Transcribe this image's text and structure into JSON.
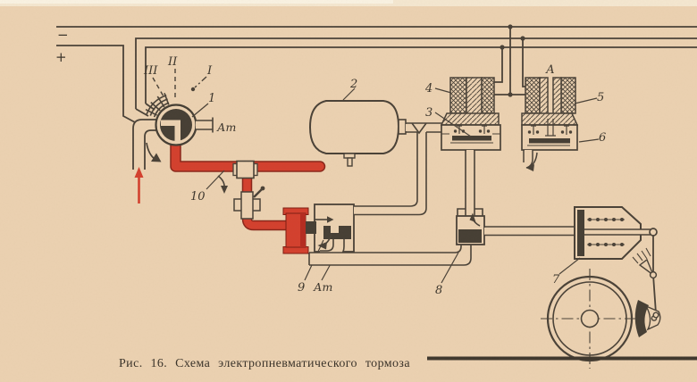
{
  "caption": "Рис. 16. Схема электропневматического тормоза",
  "labels": {
    "wire_minus": "−",
    "wire_plus": "+",
    "position_iii": "III",
    "position_ii": "II",
    "position_i": "I",
    "part_1": "1",
    "atmosphere_top": "Ат",
    "part_2": "2",
    "part_4": "4",
    "part_3": "3",
    "section_a": "А",
    "part_5": "5",
    "part_6": "6",
    "part_10": "10",
    "part_9": "9",
    "atmosphere_bottom": "Ат",
    "part_8": "8",
    "part_7": "7"
  },
  "colors": {
    "paper": "#ecd2b2",
    "ink": "#4a4238",
    "dark_fill": "#463f35",
    "pipe_red": "#d4402e",
    "pipe_red_edge": "#8a261a"
  }
}
